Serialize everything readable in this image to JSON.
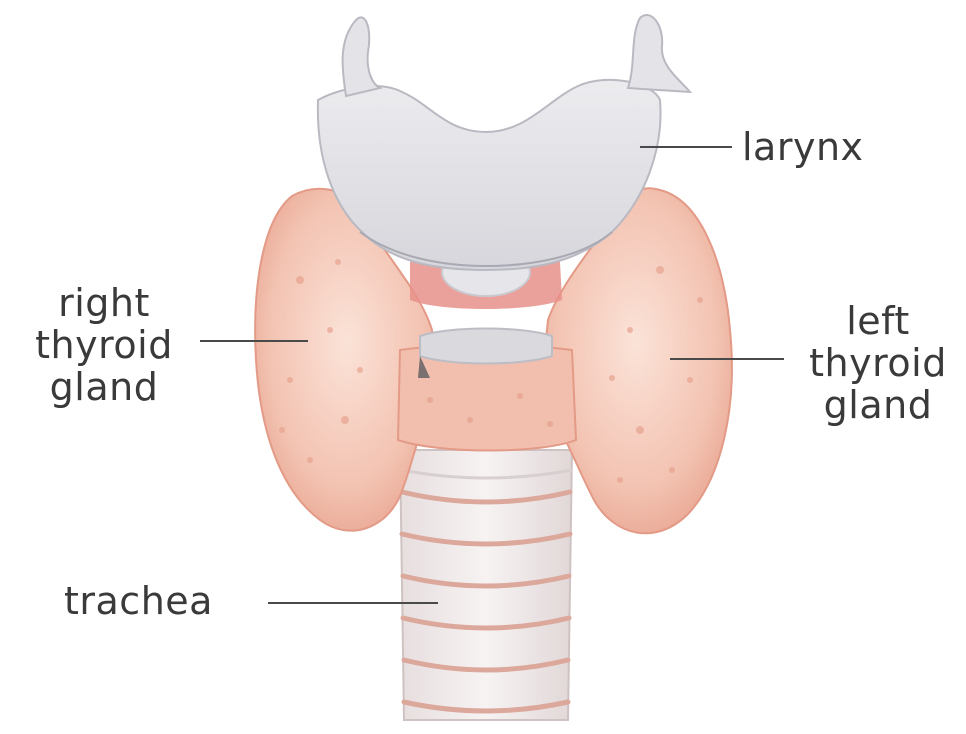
{
  "labels": {
    "larynx": "larynx",
    "right_thyroid": [
      "right",
      "thyroid",
      "gland"
    ],
    "left_thyroid": [
      "left",
      "thyroid",
      "gland"
    ],
    "trachea": "trachea"
  },
  "colors": {
    "thyroid": "#f4c4b4",
    "thyroid_shade": "#e8a898",
    "cartilage": "#e4e4e8",
    "cartilage_shade": "#c8c8cf",
    "trachea_ring": "#efe7e7",
    "leader_line": "#4a4a4a",
    "label_text": "#3a3a3a"
  }
}
